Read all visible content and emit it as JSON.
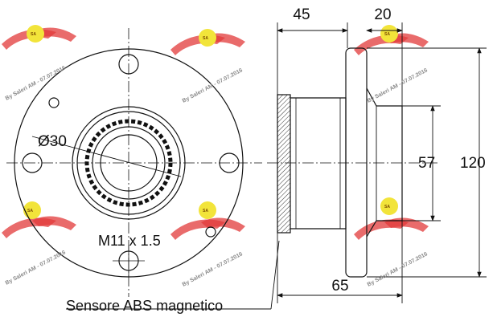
{
  "dimensions": {
    "width_top": "45",
    "flange_offset": "20",
    "pilot_diameter": "57",
    "flange_diameter": "120",
    "overall_length": "65"
  },
  "labels": {
    "bore_diameter": "Ø30",
    "thread": "M11 x 1.5",
    "abs_sensor": "Sensore ABS magnetico"
  },
  "watermarks": [
    {
      "text": "By Saleri AM - 07.07.2016"
    },
    {
      "text": "By Saleri AM - 07.07.2016"
    },
    {
      "text": "By Saleri AM - 07.07.2016"
    },
    {
      "text": "By Saleri AM - 07.07.2016"
    },
    {
      "text": "By Saleri AM - 07.07.2016"
    },
    {
      "text": "By Saleri AM - 07.07.2016"
    }
  ],
  "colors": {
    "line": "#111111",
    "wing_red": "#e23a3a",
    "badge_yellow": "#f2e43a",
    "hatch": "#333333"
  }
}
